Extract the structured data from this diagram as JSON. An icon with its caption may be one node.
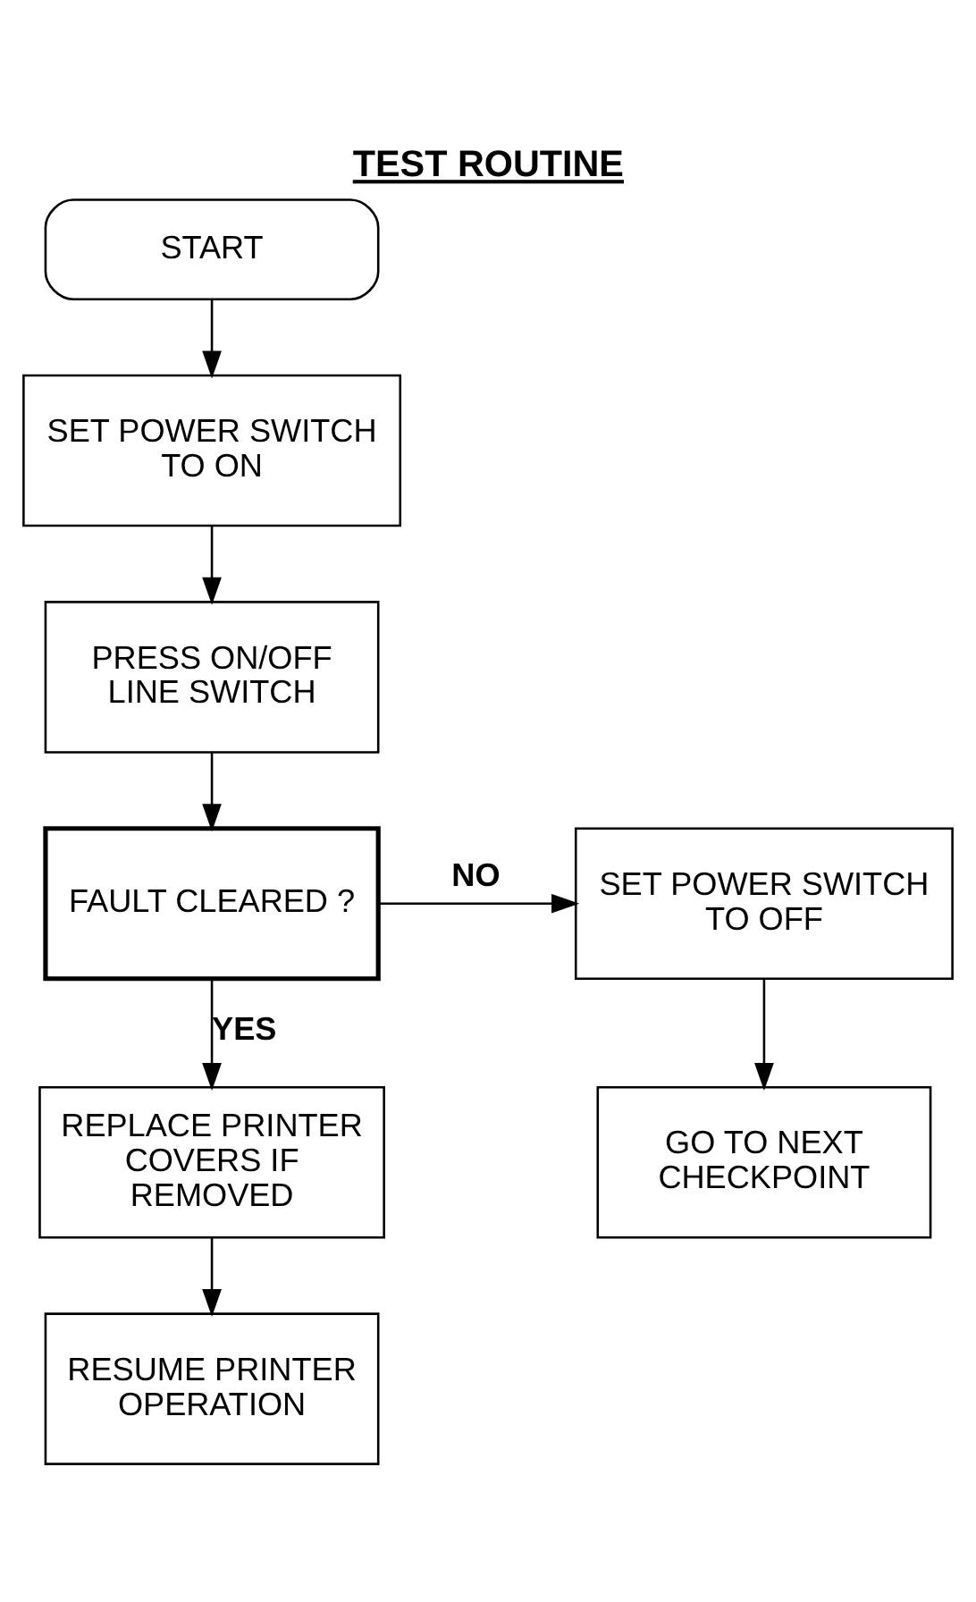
{
  "diagram": {
    "title": "TEST ROUTINE",
    "nodes": [
      {
        "text": [
          "START"
        ]
      },
      {
        "text": [
          "SET POWER SWITCH TO ON"
        ]
      },
      {
        "text": [
          "PRESS ON/OFF LINE SWITCH"
        ]
      },
      {
        "text": [
          "FAULT CLEARED ?"
        ]
      },
      {
        "text": [
          "SET POWER SWITCH TO OFF"
        ]
      },
      {
        "text": [
          "GO TO NEXT CHECKPOINT"
        ]
      },
      {
        "text": [
          "REPLACE PRINTER COVERS IF REMOVED"
        ]
      },
      {
        "text": [
          "RESUME PRINTER OPERATION"
        ]
      }
    ],
    "edges": [
      {
        "from": 0,
        "to": 1,
        "arrow": "to"
      },
      {
        "from": 1,
        "to": 2,
        "arrow": "to"
      },
      {
        "from": 2,
        "to": 3,
        "arrow": "to"
      },
      {
        "from": 3,
        "to": 4,
        "arrow": "to",
        "label": "NO"
      },
      {
        "from": 4,
        "to": 5,
        "arrow": "to"
      },
      {
        "from": 3,
        "to": 6,
        "arrow": "to",
        "label": "YES"
      },
      {
        "from": 6,
        "to": 7,
        "arrow": "to"
      }
    ]
  }
}
